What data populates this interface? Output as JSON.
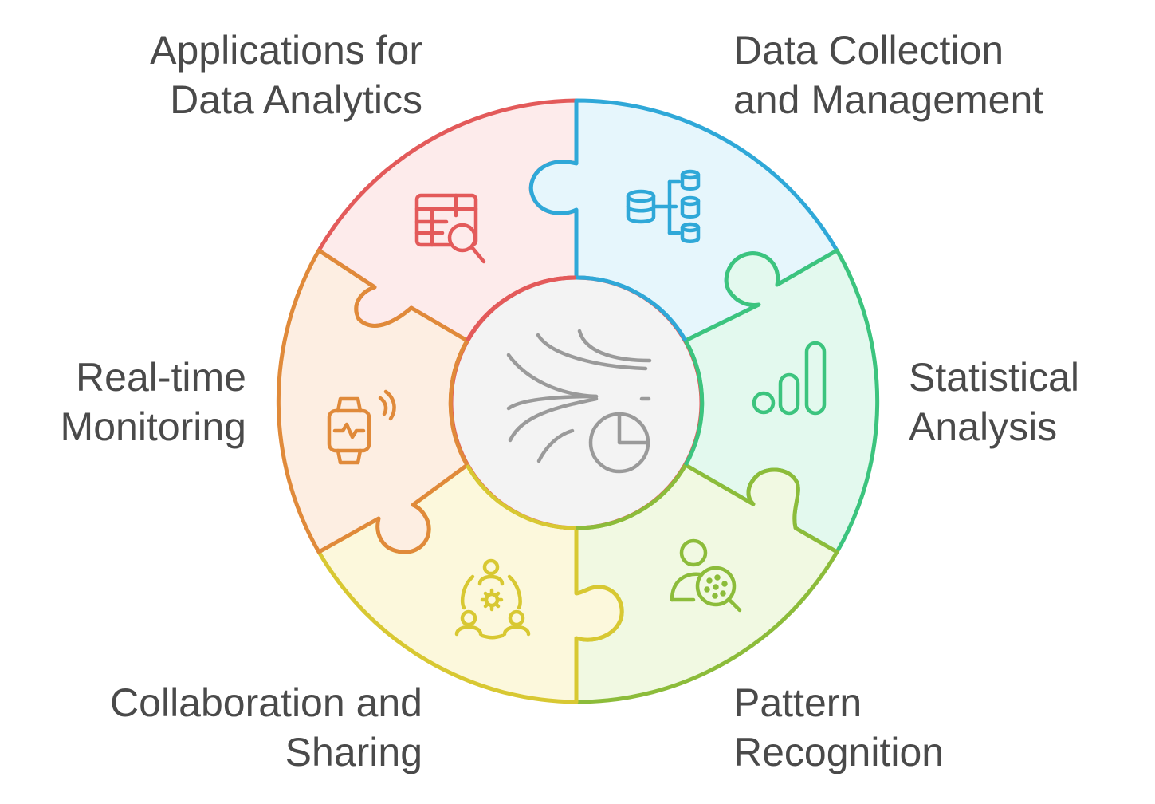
{
  "diagram": {
    "segments": [
      {
        "id": "applications",
        "title_lines": [
          "Applications for",
          "Data Analytics"
        ],
        "icon": "table-search-icon",
        "stroke": "#e35a5a",
        "fill": "#fdebeb"
      },
      {
        "id": "data_collection",
        "title_lines": [
          "Data Collection",
          "and Management"
        ],
        "icon": "database-hierarchy-icon",
        "stroke": "#2fa8d8",
        "fill": "#e6f6fc"
      },
      {
        "id": "statistical",
        "title_lines": [
          "Statistical",
          "Analysis"
        ],
        "icon": "bar-chart-icon",
        "stroke": "#3cc47e",
        "fill": "#e3f9ee"
      },
      {
        "id": "pattern",
        "title_lines": [
          "Pattern",
          "Recognition"
        ],
        "icon": "user-pattern-search-icon",
        "stroke": "#8cbc3a",
        "fill": "#f1f9e2"
      },
      {
        "id": "collaboration",
        "title_lines": [
          "Collaboration and",
          "Sharing"
        ],
        "icon": "team-collaboration-icon",
        "stroke": "#d8c832",
        "fill": "#fcf8dc"
      },
      {
        "id": "realtime",
        "title_lines": [
          "Real-time",
          "Monitoring"
        ],
        "icon": "smartwatch-signal-icon",
        "stroke": "#e08a3a",
        "fill": "#fdeee2"
      }
    ],
    "center": {
      "icon": "data-flow-pie-icon",
      "stroke": "#9a9a9a",
      "fill": "#f3f3f3"
    }
  }
}
